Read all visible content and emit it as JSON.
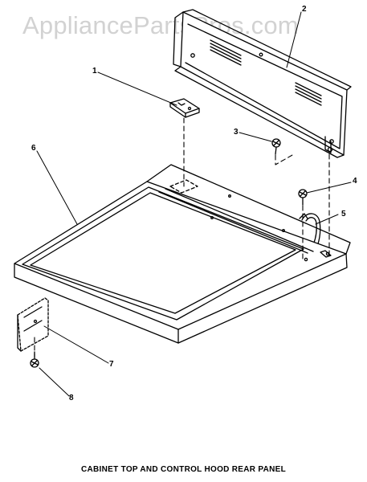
{
  "watermark": "AppliancePartsPros.com",
  "caption": "CABINET TOP AND CONTROL HOOD REAR PANEL",
  "callouts": {
    "c1": "1",
    "c2": "2",
    "c3": "3",
    "c4": "4",
    "c5": "5",
    "c6": "6",
    "c7": "7",
    "c8": "8"
  },
  "colors": {
    "line": "#000000",
    "watermark": "#d2d2d2",
    "background": "#ffffff"
  }
}
